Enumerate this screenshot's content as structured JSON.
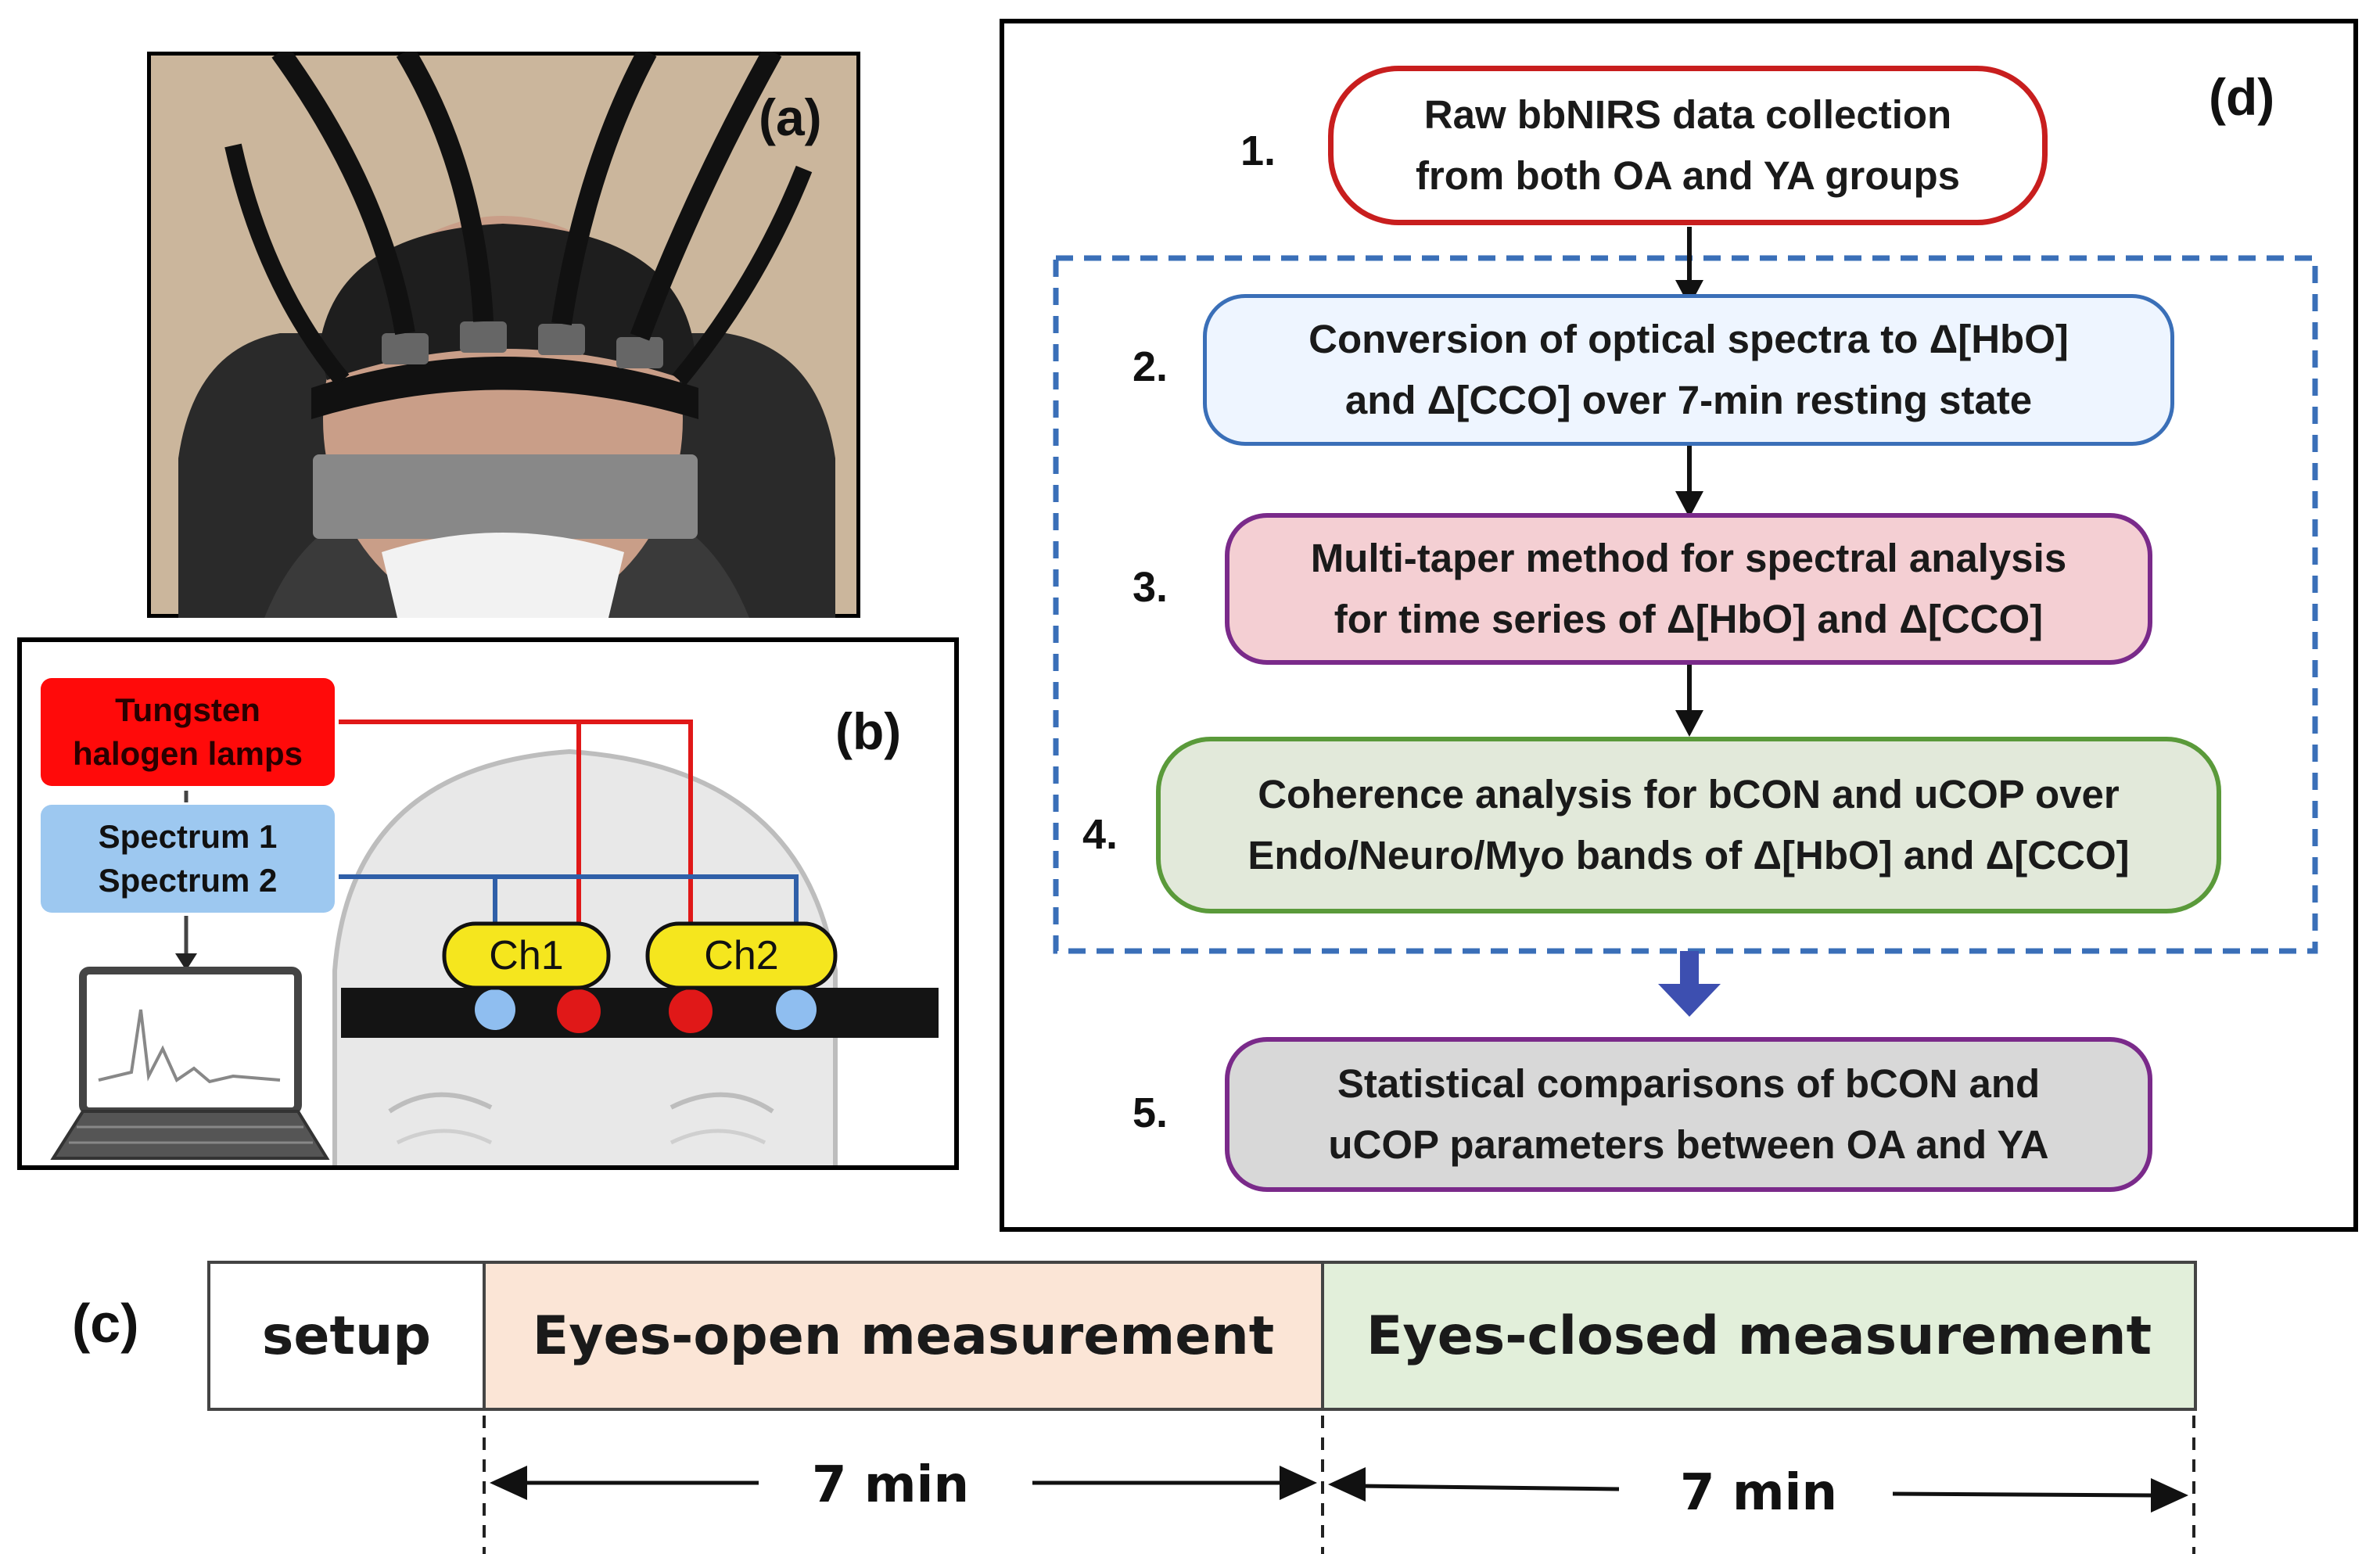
{
  "panel_labels": {
    "a": "(a)",
    "b": "(b)",
    "c": "(c)",
    "d": "(d)"
  },
  "panel_b": {
    "lamp": "Tungsten\nhalogen lamps",
    "spectrum": "Spectrum 1\nSpectrum 2",
    "ch1": "Ch1",
    "ch2": "Ch2"
  },
  "panel_c": {
    "setup": "setup",
    "eyes_open": "Eyes-open measurement",
    "eyes_closed": "Eyes-closed measurement",
    "duration_open": "7 min",
    "duration_closed": "7 min"
  },
  "panel_d": {
    "steps": [
      {
        "number": "1.",
        "text": "Raw bbNIRS data collection\nfrom both OA and YA groups"
      },
      {
        "number": "2.",
        "text": "Conversion of optical spectra to Δ[HbO]\nand Δ[CCO] over 7-min resting state"
      },
      {
        "number": "3.",
        "text": "Multi-taper method for spectral analysis\nfor time series of Δ[HbO] and Δ[CCO]"
      },
      {
        "number": "4.",
        "text": "Coherence analysis for bCON and uCOP over\nEndo/Neuro/Myo bands of Δ[HbO] and Δ[CCO]"
      },
      {
        "number": "5.",
        "text": "Statistical comparisons of bCON and\nuCOP parameters between OA and YA"
      }
    ]
  },
  "colors": {
    "lamp_fill": "#ff0a0a",
    "spectrum_fill": "#9dc8f0",
    "channel_fill": "#f5e61e",
    "red_line": "#e01818",
    "blue_line": "#2f5fa8",
    "step1_border": "#c81e1e",
    "step2_fill": "#eef5ff",
    "step2_border": "#3a6fb8",
    "step3_fill": "#f4cfd3",
    "step3_border": "#7a2a8a",
    "step4_fill": "#e2e9da",
    "step4_border": "#5a9a3a",
    "step5_fill": "#d8d8d8",
    "step5_border": "#7a2a8a",
    "dashed_box": "#3a6fb8",
    "eyes_open_fill": "#fbe5d6",
    "eyes_closed_fill": "#e2efda"
  }
}
